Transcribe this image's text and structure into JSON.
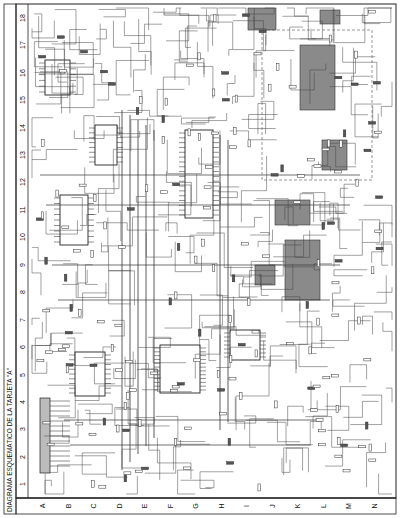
{
  "diagram": {
    "title": "DIAGRAMA ESQUEMATICO DE LA TARJETA \"A\"",
    "labels": [
      "1",
      "2",
      "3",
      "4",
      "5",
      "6",
      "7",
      "8",
      "9",
      "10",
      "11",
      "12",
      "13",
      "14",
      "15",
      "16",
      "17",
      "18",
      "A",
      "B",
      "C",
      "D",
      "E",
      "F",
      "G",
      "H",
      "I",
      "J",
      "K",
      "L",
      "M",
      "N"
    ]
  }
}
